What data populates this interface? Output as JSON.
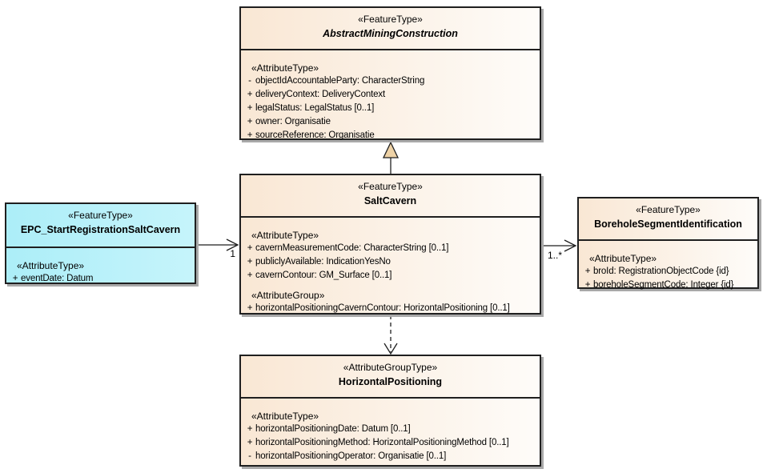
{
  "boxes": {
    "abstract": {
      "stereotype": "«FeatureType»",
      "name": "AbstractMiningConstruction",
      "attr_heading": "«AttributeType»",
      "attrs": [
        {
          "vis": "-",
          "text": "objectIdAccountableParty: CharacterString"
        },
        {
          "vis": "+",
          "text": "deliveryContext: DeliveryContext"
        },
        {
          "vis": "+",
          "text": "legalStatus: LegalStatus [0..1]"
        },
        {
          "vis": "+",
          "text": "owner: Organisatie"
        },
        {
          "vis": "+",
          "text": "sourceReference: Organisatie"
        }
      ]
    },
    "saltcavern": {
      "stereotype": "«FeatureType»",
      "name": "SaltCavern",
      "attr_heading": "«AttributeType»",
      "attrs": [
        {
          "vis": "+",
          "text": "cavernMeasurementCode: CharacterString [0..1]"
        },
        {
          "vis": "+",
          "text": "publiclyAvailable: IndicationYesNo"
        },
        {
          "vis": "+",
          "text": "cavernContour: GM_Surface [0..1]"
        }
      ],
      "group_heading": "«AttributeGroup»",
      "group_attrs": [
        {
          "vis": "+",
          "text": "horizontalPositioningCavernContour: HorizontalPositioning [0..1]"
        }
      ]
    },
    "epc": {
      "stereotype": "«FeatureType»",
      "name": "EPC_StartRegistrationSaltCavern",
      "attr_heading": "«AttributeType»",
      "attrs": [
        {
          "vis": "+",
          "text": "eventDate: Datum"
        }
      ]
    },
    "borehole": {
      "stereotype": "«FeatureType»",
      "name": "BoreholeSegmentIdentification",
      "attr_heading": "«AttributeType»",
      "attrs": [
        {
          "vis": "+",
          "text": "broId: RegistrationObjectCode {id}"
        },
        {
          "vis": "+",
          "text": "boreholeSegmentCode: Integer {id}"
        }
      ]
    },
    "horizpos": {
      "stereotype": "«AttributeGroupType»",
      "name": "HorizontalPositioning",
      "attr_heading": "«AttributeType»",
      "attrs": [
        {
          "vis": "+",
          "text": "horizontalPositioningDate: Datum [0..1]"
        },
        {
          "vis": "+",
          "text": "horizontalPositioningMethod: HorizontalPositioningMethod [0..1]"
        },
        {
          "vis": "-",
          "text": "horizontalPositioningOperator: Organisatie [0..1]"
        }
      ]
    }
  },
  "connectors": {
    "epc_to_saltcavern": {
      "target_multiplicity": "1"
    },
    "saltcavern_to_borehole": {
      "target_multiplicity": "1..*"
    }
  },
  "colors": {
    "class_fill_left": "#f9e7d4",
    "class_fill_right": "#fefcf9",
    "event_fill_left": "#aceef8",
    "event_fill_right": "#c6f4fb",
    "border": "#1f1f1f",
    "shadow": "#a9a9a9",
    "generalization_arrow_fill": "#eed2a6"
  }
}
